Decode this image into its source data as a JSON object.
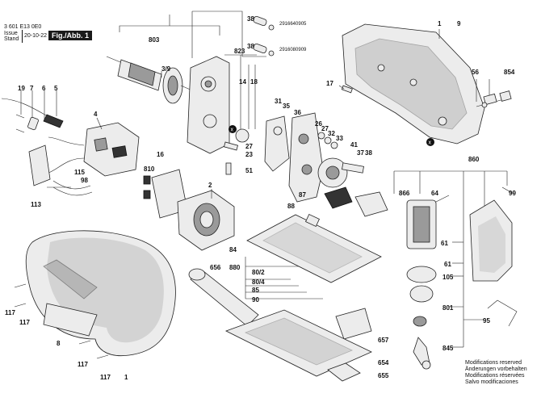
{
  "header": {
    "doc_number": "3 601 E13 0E0",
    "issue_label": "Issue",
    "stand_label": "Stand",
    "issue_date": "20-10-22",
    "figure_label": "Fig./Abb. 1"
  },
  "notice": {
    "line1": "Modifications reserved",
    "line2": "Änderungen vorbehalten",
    "line3": "Modifications réservées",
    "line4": "Salvo modificaciones"
  },
  "callouts": {
    "c803": "803",
    "c3_9": "3/9",
    "c823": "823",
    "c14": "14",
    "c18": "18",
    "c38a": "38",
    "pn38a": "2916640905",
    "c38b": "38",
    "pn38b": "2916080909",
    "c1": "1",
    "c9": "9",
    "c17": "17",
    "c56": "56",
    "c854": "854",
    "c19": "19",
    "c7": "7",
    "c6": "6",
    "c5": "5",
    "c4": "4",
    "c115": "115",
    "c98": "98",
    "c113": "113",
    "c16": "16",
    "c810": "810",
    "c2": "2",
    "c27": "27",
    "c23": "23",
    "c51": "51",
    "c31": "31",
    "c35": "35",
    "c36": "36",
    "c26": "26",
    "c27b": "27",
    "c32": "32",
    "c33": "33",
    "c41": "41",
    "c37": "37",
    "c38c": "38",
    "c87": "87",
    "c88": "88",
    "c866": "866",
    "c64": "64",
    "c860": "860",
    "c99": "99",
    "c61a": "61",
    "c61b": "61",
    "c105": "105",
    "c801": "801",
    "c95": "95",
    "c845": "845",
    "c84": "84",
    "c656": "656",
    "c880": "880",
    "c80_2": "80/2",
    "c80_4": "80/4",
    "c85": "85",
    "c90": "90",
    "c657": "657",
    "c654": "654",
    "c655": "655",
    "c117a": "117",
    "c117b": "117",
    "c117c": "117",
    "c117d": "117",
    "c8": "8",
    "c1b": "1"
  },
  "markers": {
    "x_marker": "x"
  },
  "colors": {
    "ink": "#222222",
    "part_fill": "#ececec",
    "dark_part": "#333333",
    "accent_badge": "#1a1a1a"
  }
}
